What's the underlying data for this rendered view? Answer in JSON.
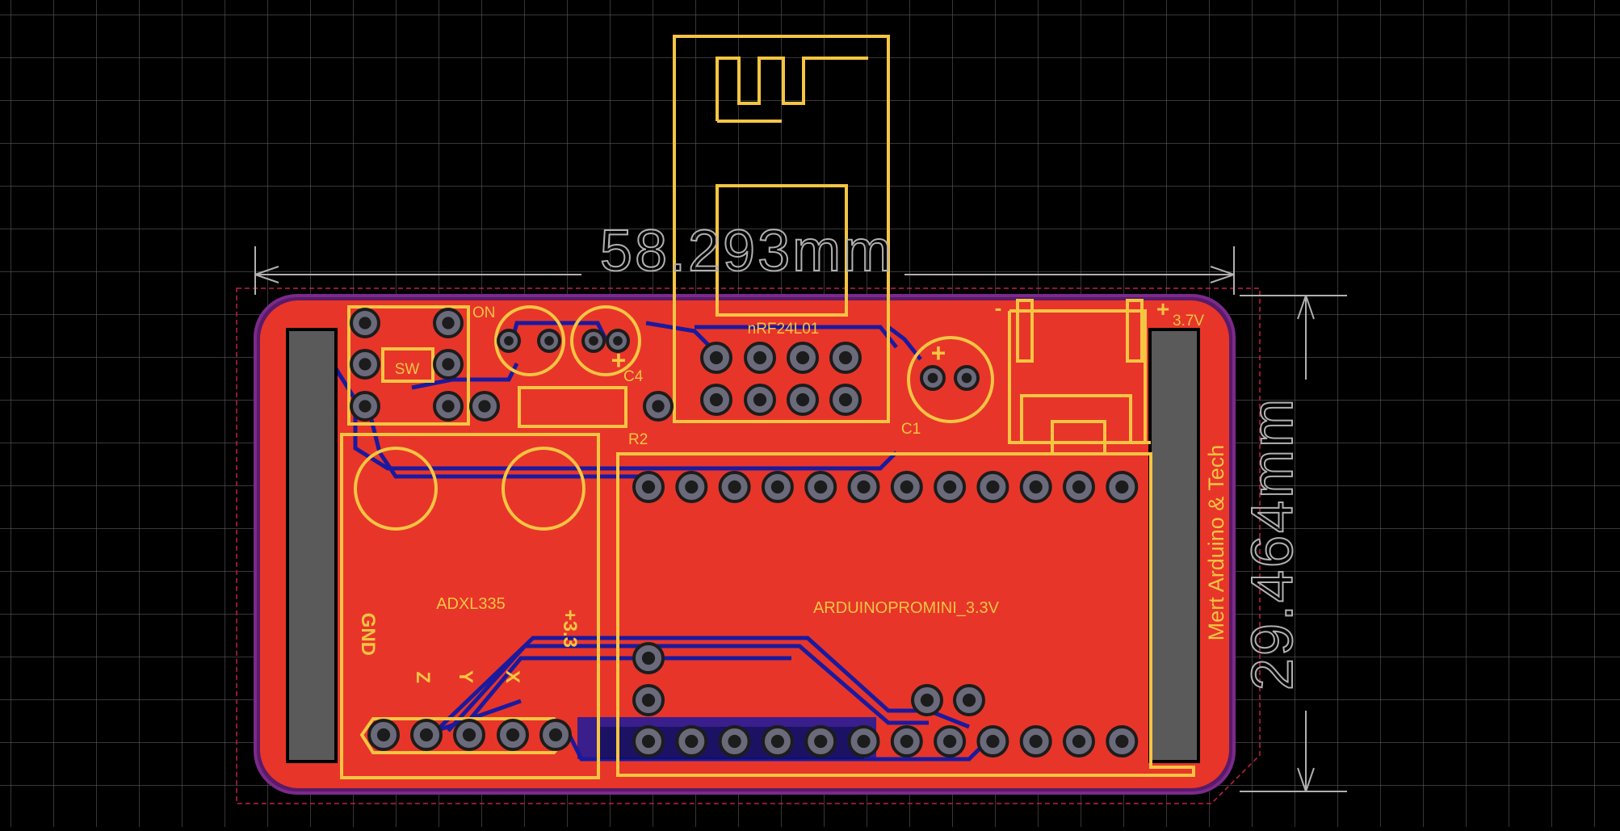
{
  "board": {
    "width_dimension": "58.293mm",
    "height_dimension": "29.464mm",
    "author_text": "Mert Arduino & Tech"
  },
  "components": {
    "switch_label": "SW",
    "switch_on_label": "ON",
    "cap_c4_label": "C4",
    "cap_c1_label": "C1",
    "plus_sign": "+",
    "resistor_r2_label": "R2",
    "radio_module_label": "nRF24L01",
    "accelerometer_label": "ADXL335",
    "mcu_label": "ARDUINOPROMINI_3.3V",
    "battery_minus_label": "-",
    "battery_plus_label": "+",
    "battery_voltage_label": "3.7V"
  },
  "accelerometer_pins": [
    "GND",
    "Z",
    "Y",
    "X",
    "+3.3"
  ],
  "colors": {
    "background": "#000000",
    "grid": "#5a5a5a",
    "copper_top": "#e8352a",
    "silkscreen": "#f5c542",
    "bottom_trace": "#1a1a9e",
    "board_outline": "#7b2a8a",
    "pad_ring": "#6a6a7a",
    "drill": "#1c1c1c",
    "dimension": "#b0b0b0",
    "keepout": "#c0204a"
  }
}
